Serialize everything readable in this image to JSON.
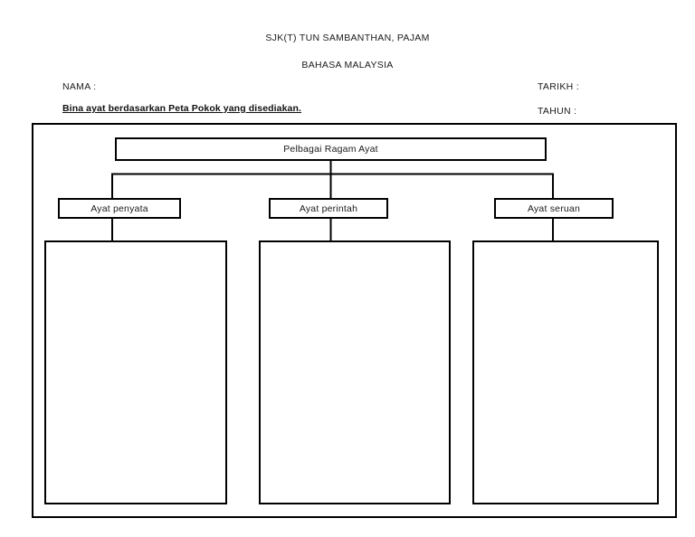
{
  "document": {
    "school_title": "SJK(T) TUN SAMBANTHAN, PAJAM",
    "subject_title": "BAHASA MALAYSIA"
  },
  "fields": {
    "nama_label": "NAMA :",
    "tarikh_label": "TARIKH :",
    "tahun_label": "TAHUN :",
    "nama_value": "",
    "tarikh_value": "",
    "tahun_value": ""
  },
  "instruction": {
    "text": "Bina ayat berdasarkan Peta Pokok yang disediakan."
  },
  "tree_map": {
    "root": {
      "label": "Pelbagai Ragam Ayat"
    },
    "children": [
      {
        "label": "Ayat penyata",
        "answer": ""
      },
      {
        "label": "Ayat perintah",
        "answer": ""
      },
      {
        "label": "Ayat seruan",
        "answer": ""
      }
    ]
  },
  "style": {
    "ink": "#000000",
    "paper": "#ffffff"
  }
}
